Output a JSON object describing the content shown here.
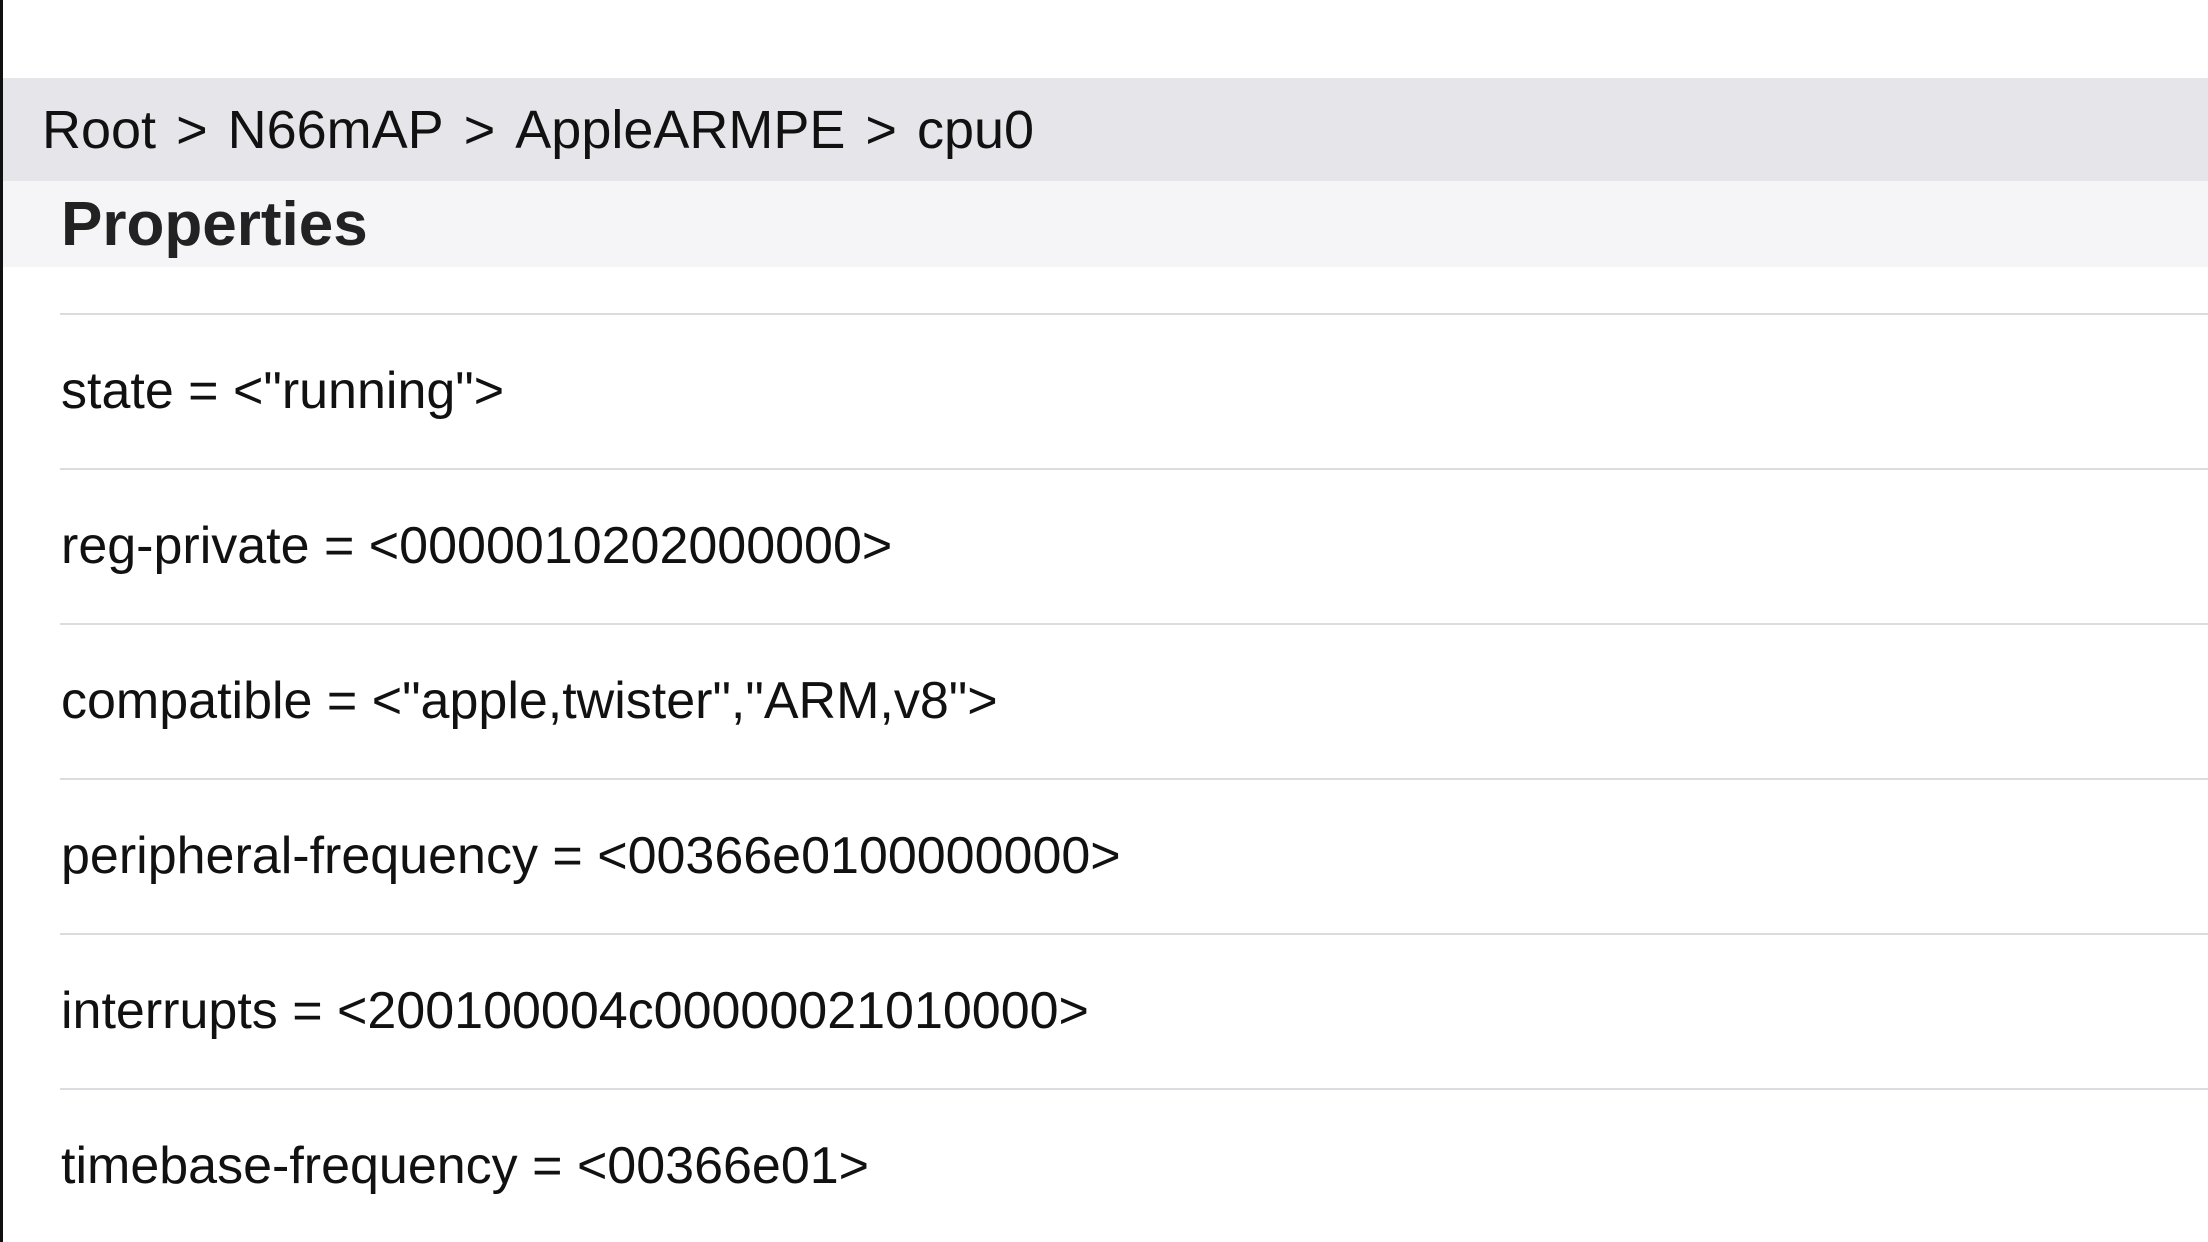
{
  "breadcrumb": {
    "items": [
      "Root",
      "N66mAP",
      "AppleARMPE",
      "cpu0"
    ],
    "separator": ">"
  },
  "section": {
    "title": "Properties"
  },
  "properties": [
    "state = <\"running\">",
    "reg-private = <0000010202000000>",
    "compatible = <\"apple,twister\",\"ARM,v8\">",
    "peripheral-frequency = <00366e0100000000>",
    "interrupts = <200100004c00000021010000>",
    "timebase-frequency = <00366e01>"
  ],
  "colors": {
    "breadcrumb_bg": "#e5e5ea",
    "header_bg": "#f5f5f7",
    "separator": "#dcdce0",
    "text": "#111111"
  }
}
